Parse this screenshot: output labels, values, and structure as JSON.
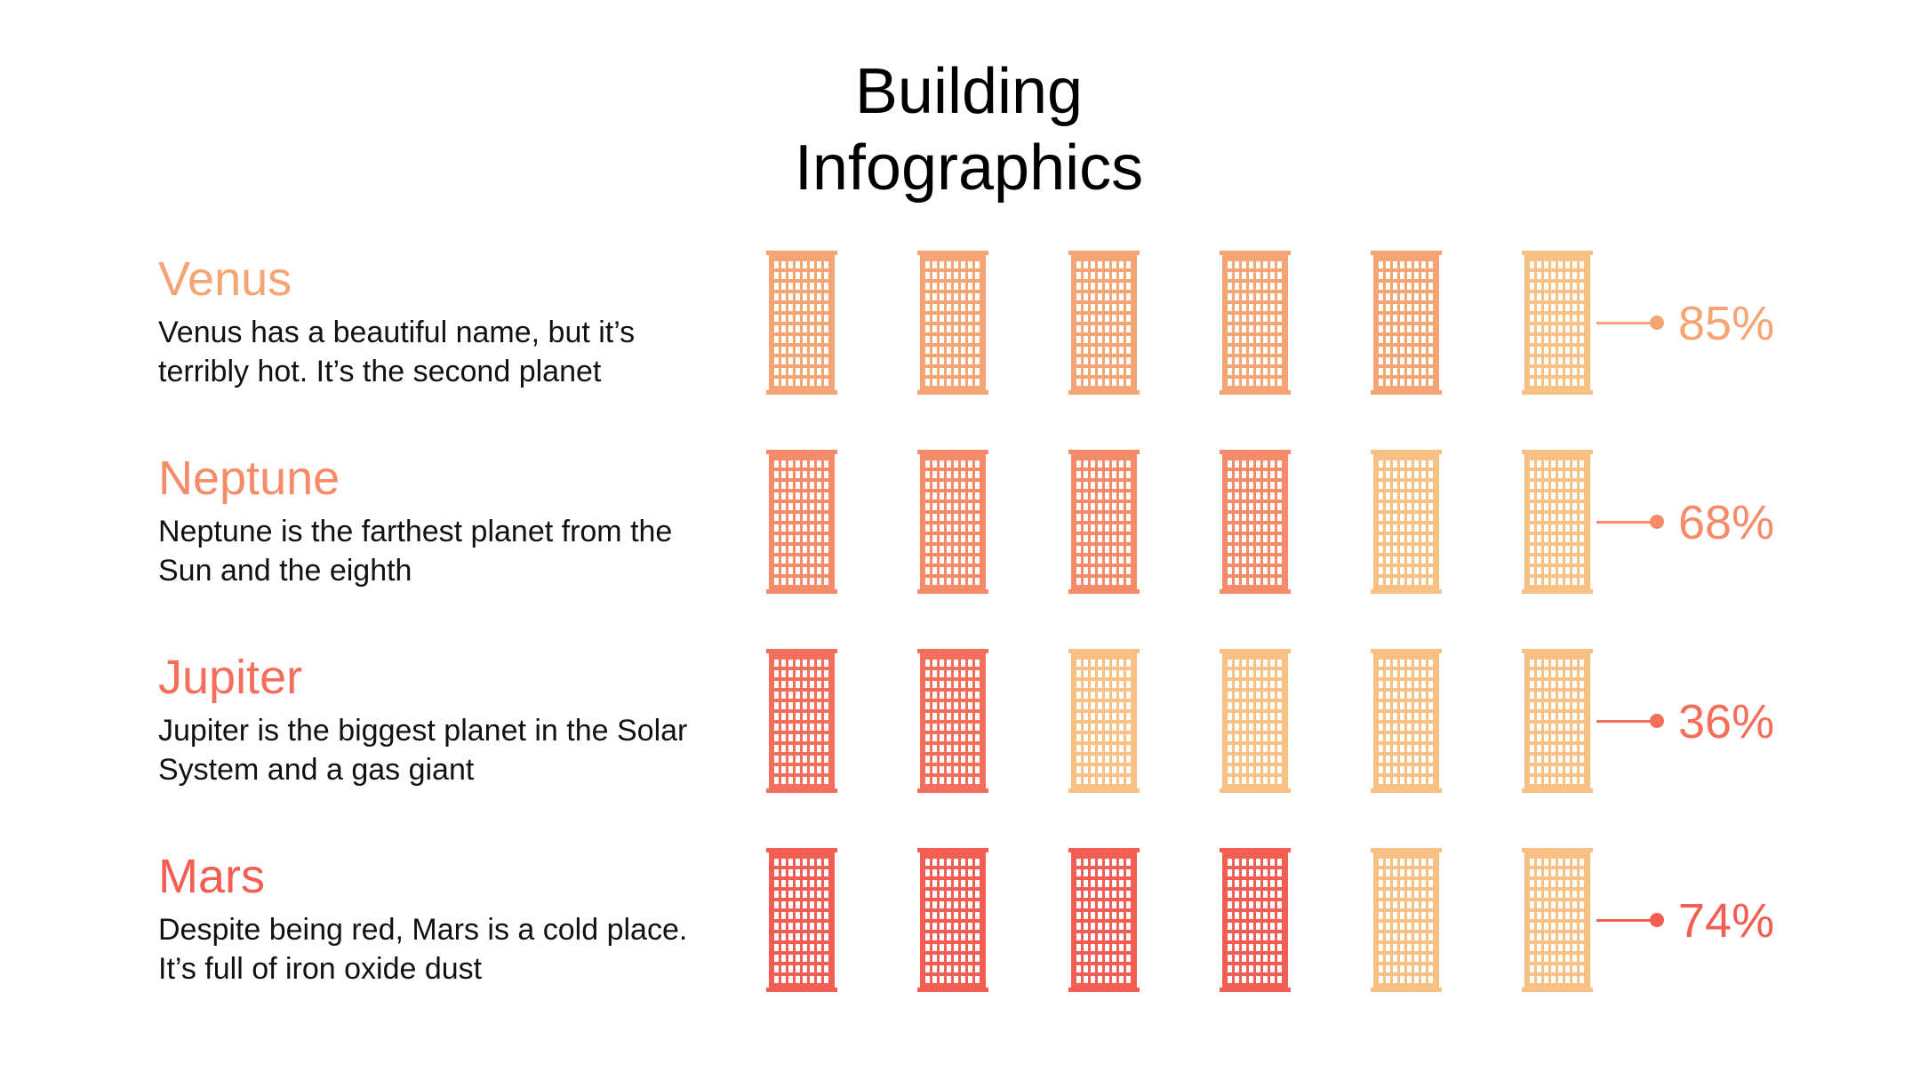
{
  "title": {
    "line1": "Building",
    "line2": "Infographics"
  },
  "colors": {
    "inactive": "#f9c084",
    "rows": [
      "#f5a573",
      "#f68b69",
      "#f46e5c",
      "#f25e52"
    ]
  },
  "rows": [
    {
      "name": "Venus",
      "description": "Venus has a beautiful name, but it’s terribly hot. It’s the second planet",
      "percent": "85%",
      "value": 85,
      "buildings_total": 6,
      "buildings_filled": 5
    },
    {
      "name": "Neptune",
      "description": "Neptune is the farthest planet from the Sun and the eighth",
      "percent": "68%",
      "value": 68,
      "buildings_total": 6,
      "buildings_filled": 4
    },
    {
      "name": "Jupiter",
      "description": "Jupiter is the biggest planet in the Solar System and a gas giant",
      "percent": "36%",
      "value": 36,
      "buildings_total": 6,
      "buildings_filled": 2
    },
    {
      "name": "Mars",
      "description": "Despite being red, Mars is a cold place. It’s full of iron oxide dust",
      "percent": "74%",
      "value": 74,
      "buildings_total": 6,
      "buildings_filled": 4
    }
  ]
}
